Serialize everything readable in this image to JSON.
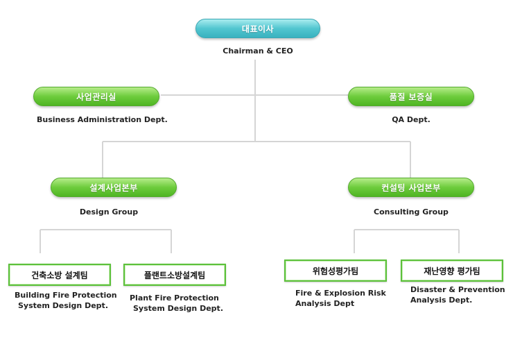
{
  "ceo": {
    "ko": "대표이사",
    "en": "Chairman & CEO"
  },
  "business_admin": {
    "ko": "사업관리실",
    "en": "Business Administration Dept."
  },
  "qa": {
    "ko": "품질 보증실",
    "en": "QA Dept."
  },
  "design_group": {
    "ko": "설계사업본부",
    "en": "Design Group"
  },
  "consulting_group": {
    "ko": "컨설팅 사업본부",
    "en": "Consulting Group"
  },
  "building_fire": {
    "ko": "건축소방 설계팀",
    "en_line1": "Building Fire Protection",
    "en_line2": "System Design Dept."
  },
  "plant_fire": {
    "ko": "플랜트소방설계팀",
    "en_line1": "Plant Fire Protection",
    "en_line2": "System Design Dept."
  },
  "risk": {
    "ko": "위험성평가팀",
    "en_line1": "Fire & Explosion Risk",
    "en_line2": "Analysis Dept"
  },
  "disaster": {
    "ko": "재난영향 평가팀",
    "en_line1": "Disaster & Prevention",
    "en_line2": "Analysis Dept."
  },
  "colors": {
    "connector": "#d5d5d5",
    "teal": "#52c6d0",
    "green": "#6dcc3c",
    "box_border": "#5cc13a"
  }
}
